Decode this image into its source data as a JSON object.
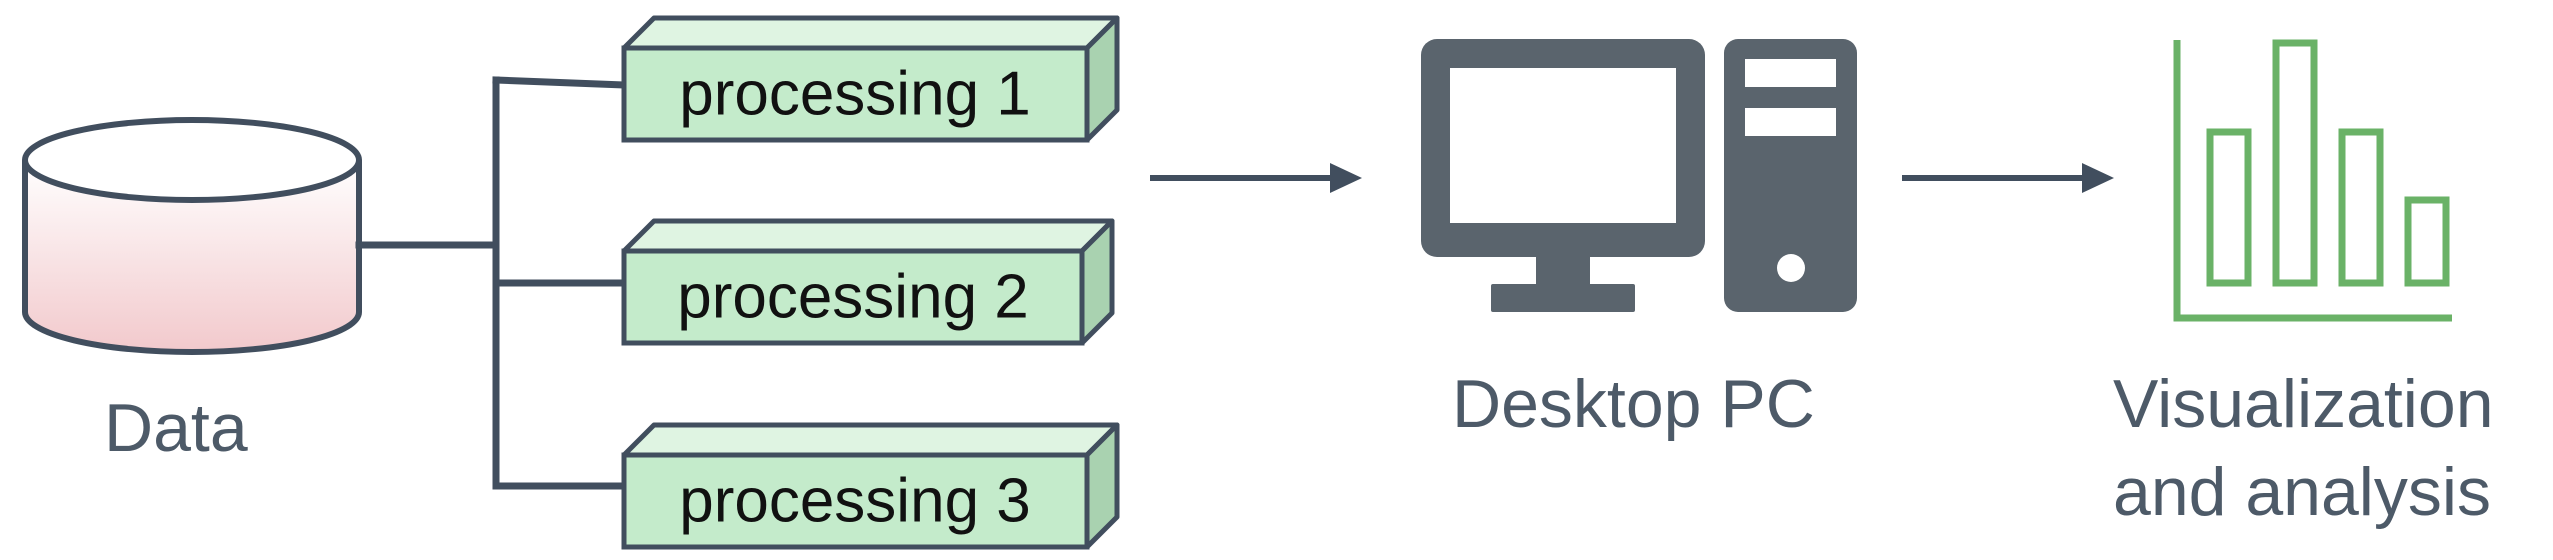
{
  "colors": {
    "stroke": "#414e5e",
    "icon_gray": "#5a646d",
    "box_front": "#c4ebcb",
    "box_top": "#dff4e2",
    "box_side": "#a9d2b0",
    "cylinder_top": "#ffffff",
    "cylinder_bottom": "#f2c9cc",
    "chart_green": "#6ab267",
    "label_text": "#4d5a68"
  },
  "data_source": {
    "label": "Data",
    "icon": "database-cylinder-icon"
  },
  "processing_steps": [
    {
      "label": "processing 1"
    },
    {
      "label": "processing 2"
    },
    {
      "label": "processing 3"
    }
  ],
  "desktop": {
    "label": "Desktop PC",
    "icon": "desktop-pc-icon"
  },
  "visualization": {
    "label_line1": "Visualization",
    "label_line2": "and analysis",
    "icon": "bar-chart-icon"
  }
}
